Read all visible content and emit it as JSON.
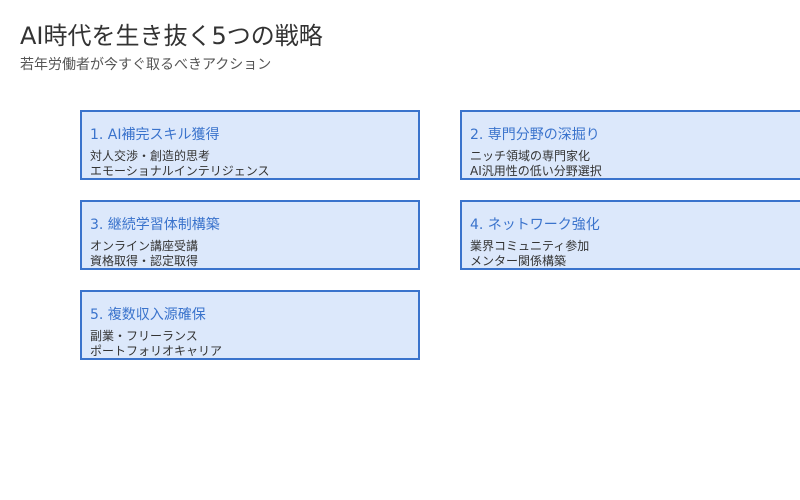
{
  "title": "AI時代を生き抜く5つの戦略",
  "subtitle": "若年労働者が今すぐ取るべきアクション",
  "colors": {
    "card_fill": "#dce8fb",
    "card_border": "#3a73cc",
    "card_title": "#3a73cc",
    "text": "#333333"
  },
  "cards": [
    {
      "title": "1. AI補完スキル獲得",
      "lines": [
        "対人交渉・創造的思考",
        "エモーショナルインテリジェンス"
      ]
    },
    {
      "title": "2. 専門分野の深掘り",
      "lines": [
        "ニッチ領域の専門家化",
        "AI汎用性の低い分野選択"
      ]
    },
    {
      "title": "3. 継続学習体制構築",
      "lines": [
        "オンライン講座受講",
        "資格取得・認定取得"
      ]
    },
    {
      "title": "4. ネットワーク強化",
      "lines": [
        "業界コミュニティ参加",
        "メンター関係構築"
      ]
    },
    {
      "title": "5. 複数収入源確保",
      "lines": [
        "副業・フリーランス",
        "ポートフォリオキャリア"
      ]
    }
  ]
}
